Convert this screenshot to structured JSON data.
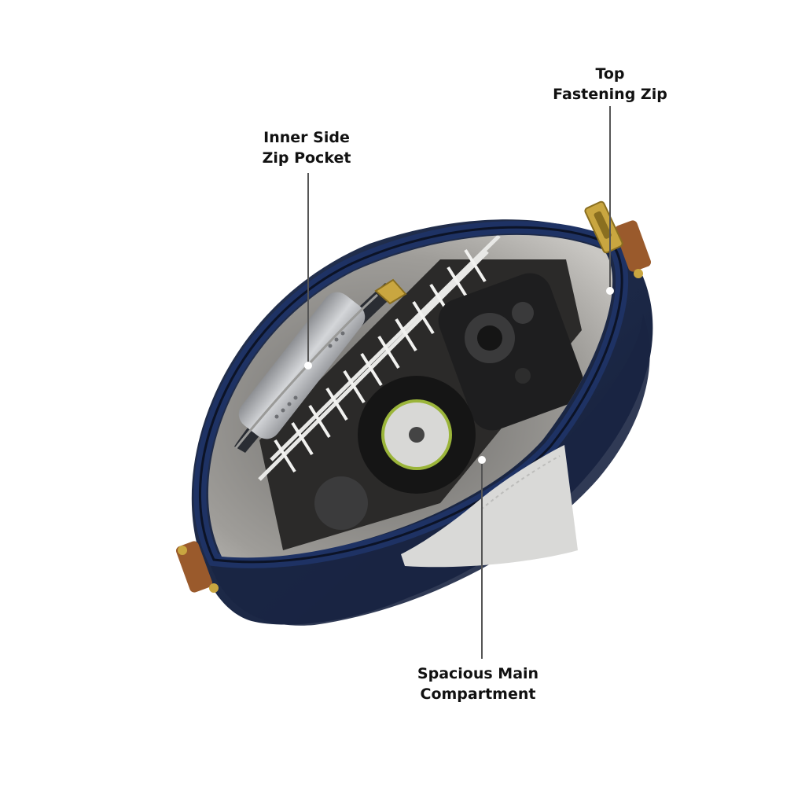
{
  "callouts": {
    "top_zip": {
      "line1": "Top",
      "line2": "Fastening Zip"
    },
    "inner_pocket": {
      "line1": "Inner Side",
      "line2": "Zip Pocket"
    },
    "main_compartment": {
      "line1": "Spacious Main",
      "line2": "Compartment"
    }
  },
  "colors": {
    "bag_navy": "#1b2745",
    "bag_navy_dark": "#111a30",
    "zip_trim": "#1e3264",
    "lining": "#b9b7b3",
    "leather_tab": "#9a5a2c",
    "gold_hardware": "#c9a640",
    "patch_grey": "#d9d9d7",
    "callout_line": "#555555"
  }
}
